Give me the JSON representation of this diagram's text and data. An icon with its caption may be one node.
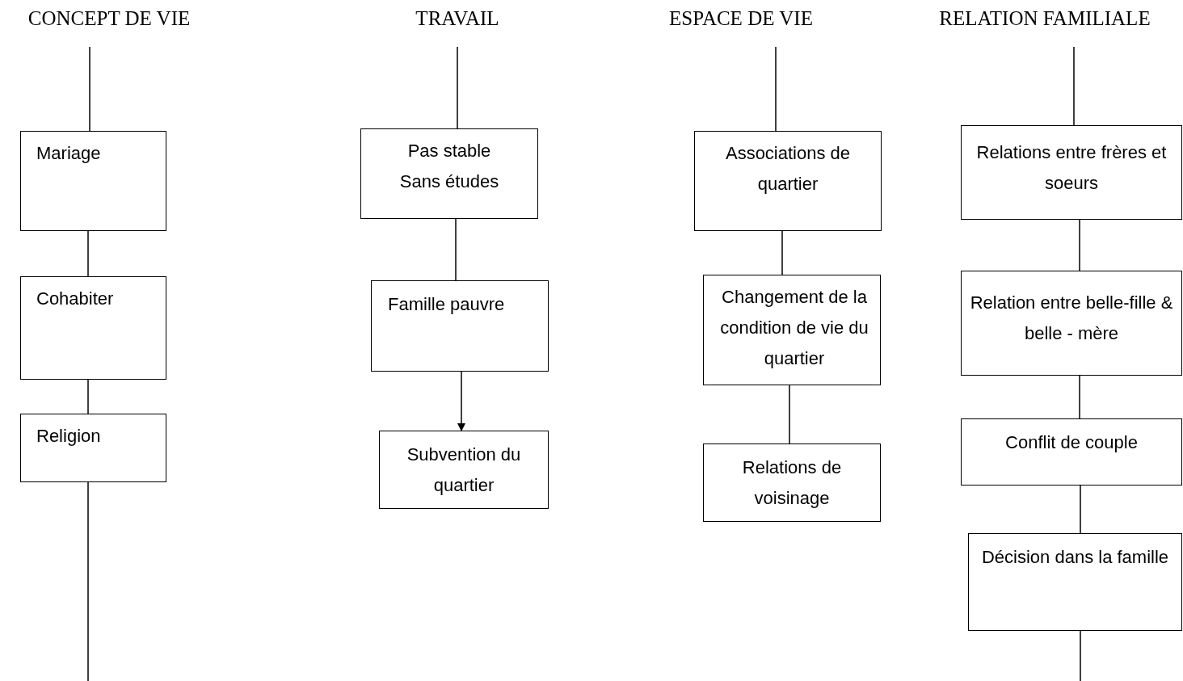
{
  "diagram": {
    "nodes": [
      {
        "text": [
          "CONCEPT DE VIE"
        ]
      },
      {
        "text": [
          "Mariage"
        ]
      },
      {
        "text": [
          "Cohabiter"
        ]
      },
      {
        "text": [
          "Religion"
        ]
      },
      {
        "text": [
          "TRAVAIL"
        ]
      },
      {
        "text": [
          "Pas stable",
          "Sans études"
        ]
      },
      {
        "text": [
          "Famille pauvre"
        ]
      },
      {
        "text": [
          "Subvention du quartier"
        ]
      },
      {
        "text": [
          "ESPACE DE VIE"
        ]
      },
      {
        "text": [
          "Associations de quartier"
        ]
      },
      {
        "text": [
          "Changement de la condition de vie du quartier"
        ]
      },
      {
        "text": [
          "Relations de voisinage"
        ]
      },
      {
        "text": [
          "RELATION FAMILIALE"
        ]
      },
      {
        "text": [
          "Relations entre frères et soeurs"
        ]
      },
      {
        "text": [
          "Relation entre belle-fille & belle - mère"
        ]
      },
      {
        "text": [
          "Conflit de couple"
        ]
      },
      {
        "text": [
          "Décision dans la famille"
        ]
      }
    ],
    "edges": [
      {
        "from": 0,
        "to": 1,
        "arrow": "none"
      },
      {
        "from": 1,
        "to": 2,
        "arrow": "none"
      },
      {
        "from": 2,
        "to": 3,
        "arrow": "none"
      },
      {
        "from": 3,
        "to": null,
        "arrow": "none"
      },
      {
        "from": 4,
        "to": 5,
        "arrow": "none"
      },
      {
        "from": 5,
        "to": 6,
        "arrow": "none"
      },
      {
        "from": 6,
        "to": 7,
        "arrow": "to"
      },
      {
        "from": 8,
        "to": 9,
        "arrow": "none"
      },
      {
        "from": 9,
        "to": 10,
        "arrow": "none"
      },
      {
        "from": 10,
        "to": 11,
        "arrow": "none"
      },
      {
        "from": 12,
        "to": 13,
        "arrow": "none"
      },
      {
        "from": 13,
        "to": 14,
        "arrow": "none"
      },
      {
        "from": 14,
        "to": 15,
        "arrow": "none"
      },
      {
        "from": 15,
        "to": 16,
        "arrow": "none"
      },
      {
        "from": 16,
        "to": null,
        "arrow": "none"
      }
    ]
  }
}
